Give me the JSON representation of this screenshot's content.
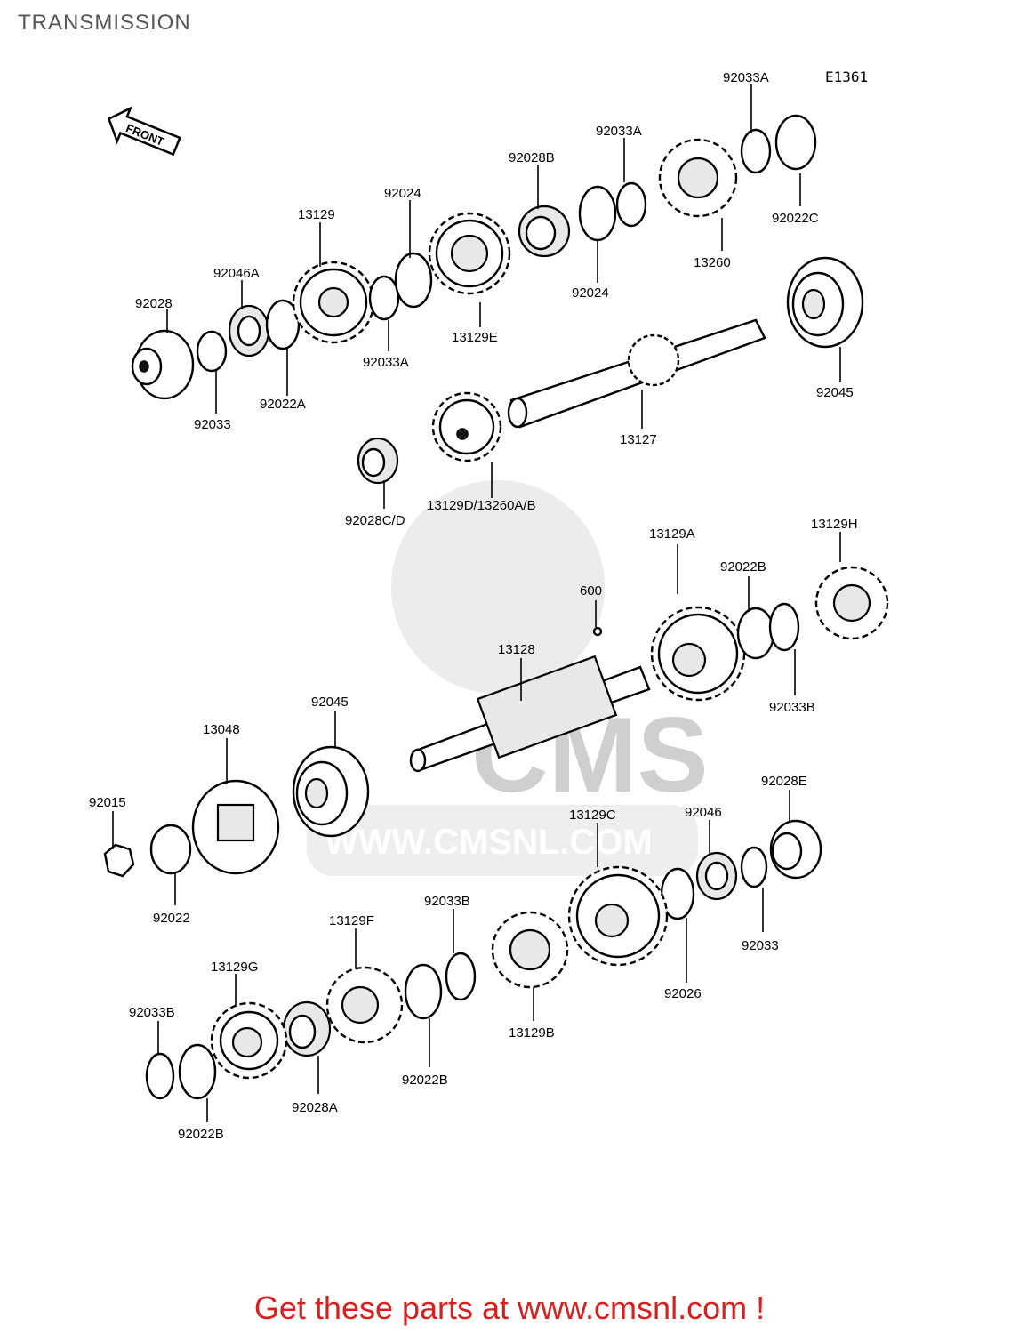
{
  "page_title": "TRANSMISSION",
  "figure_ref": "E1361",
  "direction_label": "FRONT",
  "watermark": "WWW.CMSNL.COM",
  "watermark_logo": "CMS",
  "footer": "Get these parts at www.cmsnl.com !",
  "labels": [
    "92033A",
    "92033A",
    "92028B",
    "92024",
    "13129",
    "92046A",
    "92028",
    "92022C",
    "13260",
    "92024",
    "13129E",
    "92033A",
    "92022A",
    "92033",
    "92045",
    "13127",
    "92028C/D",
    "13129D/13260A/B",
    "13129A",
    "13129H",
    "600",
    "92022B",
    "13128",
    "92033B",
    "92045",
    "13048",
    "92015",
    "92022",
    "92028E",
    "13129C",
    "92046",
    "92033B",
    "13129F",
    "92033",
    "13129G",
    "92026",
    "13129B",
    "92033B",
    "92022B",
    "92028A",
    "92022B"
  ],
  "colors": {
    "footer": "#d62020",
    "title": "#555555",
    "watermark": "#d9d9d9"
  }
}
